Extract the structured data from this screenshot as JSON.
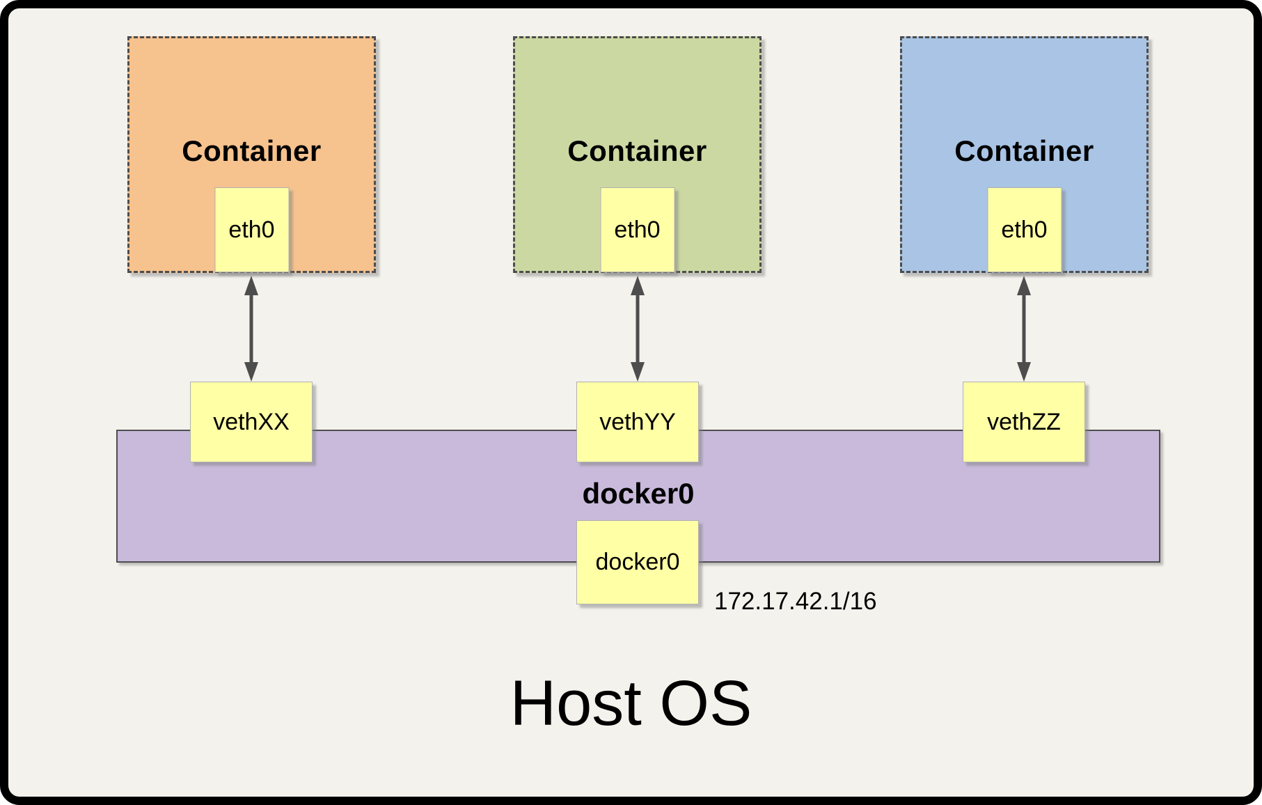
{
  "diagram": {
    "host": {
      "label": "Host OS"
    },
    "containers": [
      {
        "label": "Container",
        "interface": "eth0",
        "veth": "vethXX",
        "fill": "#f6c28e"
      },
      {
        "label": "Container",
        "interface": "eth0",
        "veth": "vethYY",
        "fill": "#cbd8a2"
      },
      {
        "label": "Container",
        "interface": "eth0",
        "veth": "vethZZ",
        "fill": "#a9c4e4"
      }
    ],
    "bridge": {
      "label": "docker0",
      "interface": "docker0",
      "ip": "172.17.42.1/16",
      "fill": "#c9badc"
    },
    "colors": {
      "background": "#f4f2ec",
      "frame": "#000000",
      "node_fill": "#ffffa6",
      "arrow": "#4d4d4d"
    }
  }
}
